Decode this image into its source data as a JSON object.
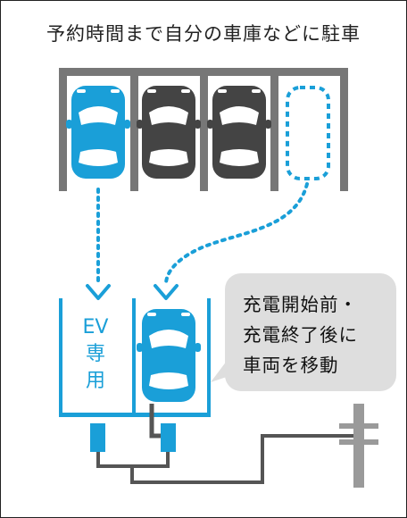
{
  "title": "予約時間まで自分の車庫などに駐車",
  "ev_label": {
    "line1": "EV",
    "line2": "専",
    "line3": "用"
  },
  "bubble": {
    "line1": "充電開始前・",
    "line2": "充電終了後に",
    "line3": "車両を移動"
  },
  "colors": {
    "accent": "#1a9fd8",
    "dark_car": "#444444",
    "wall": "#777777",
    "bubble": "#dedede",
    "cable": "#555555",
    "pole": "#9a9a9a"
  }
}
